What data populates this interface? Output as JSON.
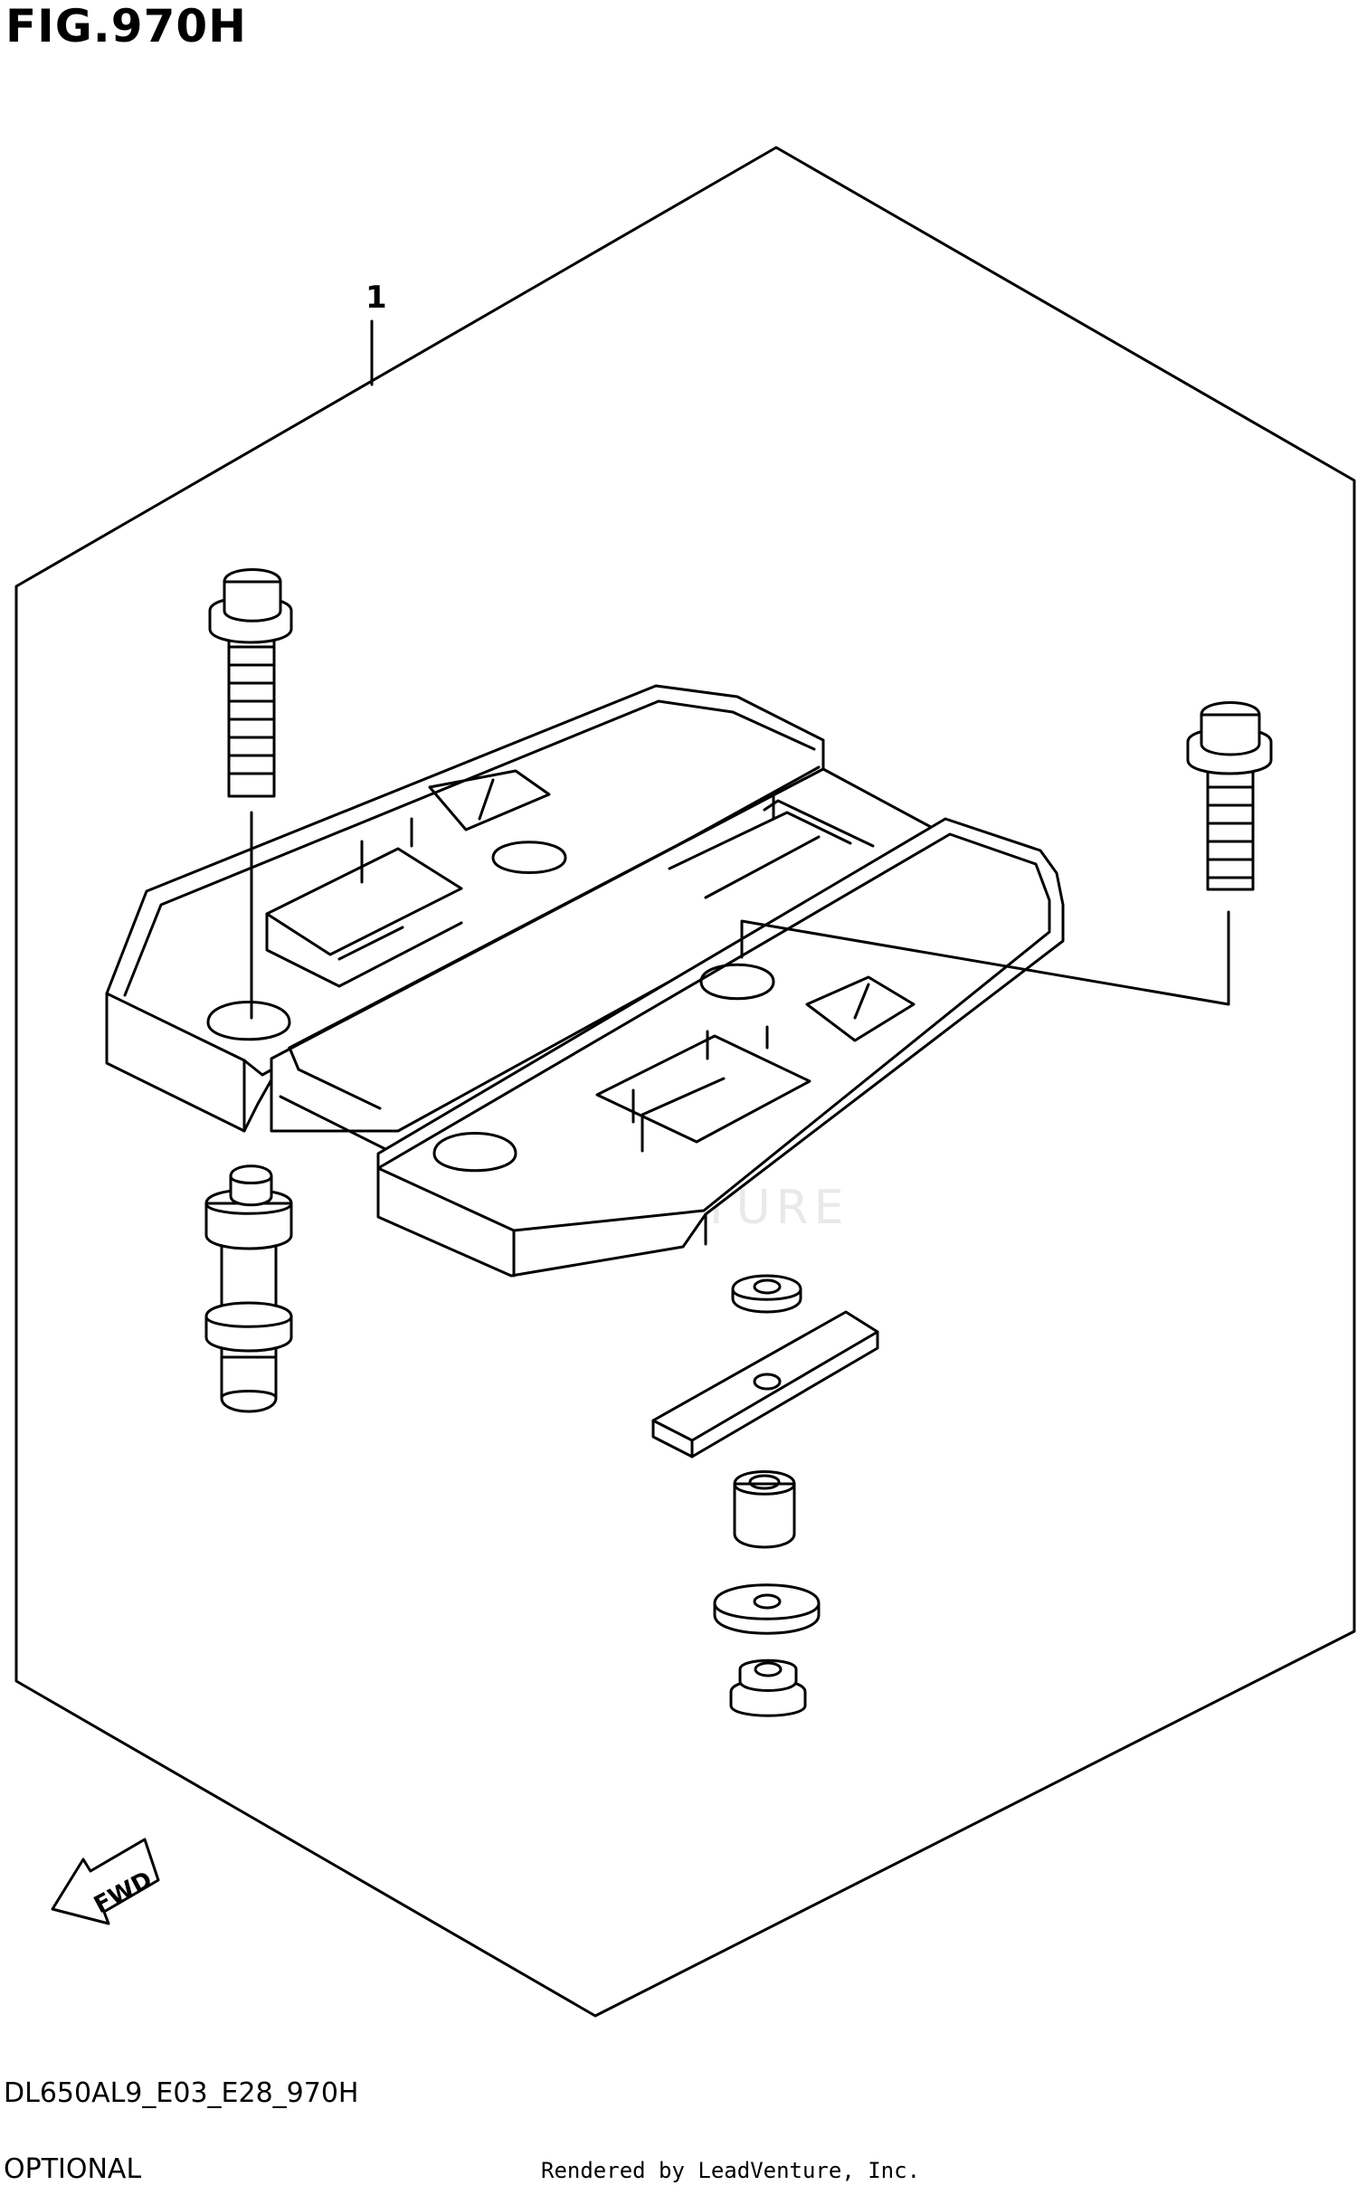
{
  "figure": {
    "title": "FIG.970H"
  },
  "callouts": [
    {
      "number": "1"
    }
  ],
  "direction_arrow": {
    "label": "FWD"
  },
  "watermark": {
    "text": "LEADVENTURE"
  },
  "footer": {
    "model_code": "DL650AL9_E03_E28_970H",
    "section": "OPTIONAL",
    "credit": "Rendered by LeadVenture, Inc."
  }
}
